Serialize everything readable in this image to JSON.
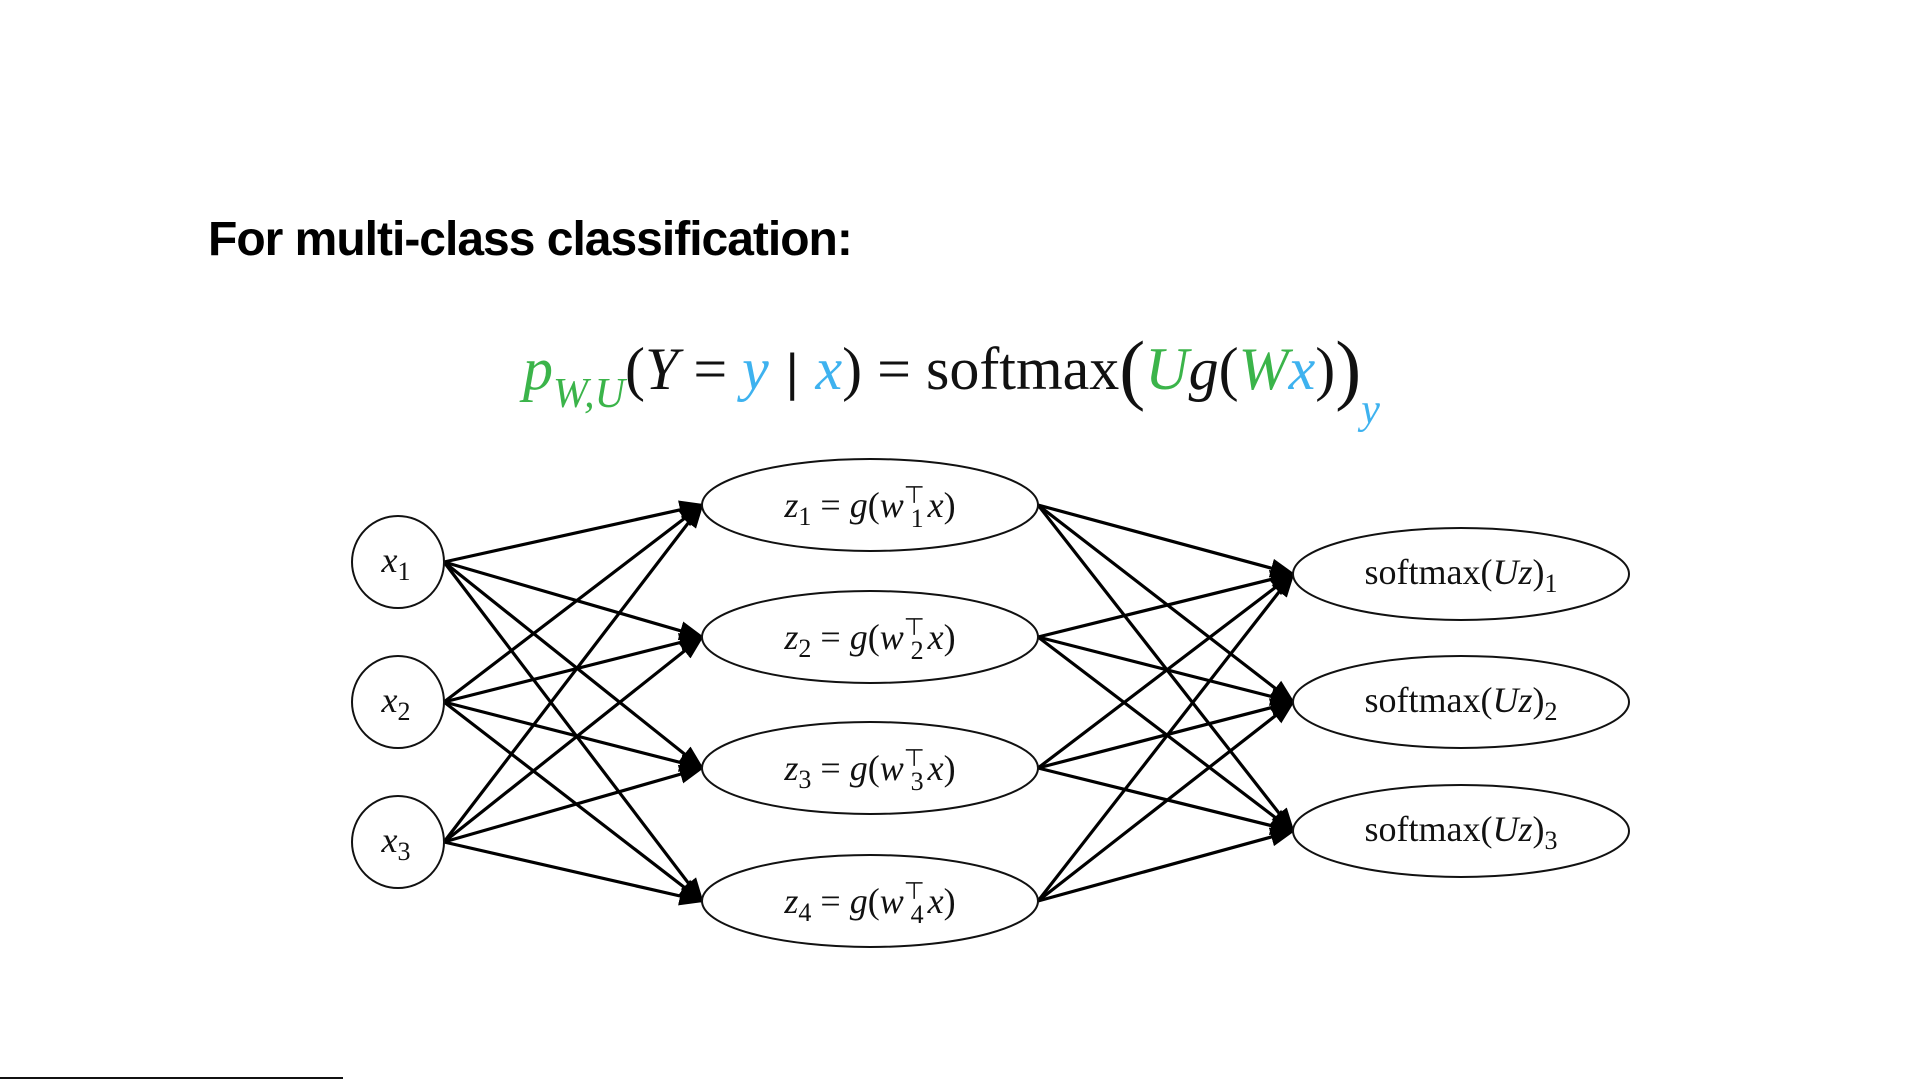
{
  "slide": {
    "title": "For multi-class classification:",
    "formula": {
      "p": "p",
      "p_sub": "W,U",
      "open": "(",
      "Y": "Y",
      "eq1": " = ",
      "y": "y",
      "bar": " | ",
      "x": "x",
      "close": ")",
      "eq2": " = ",
      "softmax": "softmax",
      "big_open": "(",
      "U": "U",
      "g": "g",
      "open2": "(",
      "W": "W",
      "x2": "x",
      "close2": ")",
      "big_close": ")",
      "out_sub": "y"
    },
    "colors": {
      "parameter_green": "#3bb44a",
      "variable_blue": "#3eb2ef",
      "ink": "#111111"
    }
  },
  "network": {
    "input_nodes": [
      {
        "var": "x",
        "sub": "1"
      },
      {
        "var": "x",
        "sub": "2"
      },
      {
        "var": "x",
        "sub": "3"
      }
    ],
    "hidden_nodes": [
      {
        "z": "z",
        "sub": "1",
        "eq": " = ",
        "g": "g(",
        "w": "w",
        "T": "⊤",
        "x": "x",
        "close": ")"
      },
      {
        "z": "z",
        "sub": "2",
        "eq": " = ",
        "g": "g(",
        "w": "w",
        "T": "⊤",
        "x": "x",
        "close": ")"
      },
      {
        "z": "z",
        "sub": "3",
        "eq": " = ",
        "g": "g(",
        "w": "w",
        "T": "⊤",
        "x": "x",
        "close": ")"
      },
      {
        "z": "z",
        "sub": "4",
        "eq": " = ",
        "g": "g(",
        "w": "w",
        "T": "⊤",
        "x": "x",
        "close": ")"
      }
    ],
    "output_nodes": [
      {
        "fn": "softmax(",
        "U": "U",
        "z": "z",
        "close": ")",
        "sub": "1"
      },
      {
        "fn": "softmax(",
        "U": "U",
        "z": "z",
        "close": ")",
        "sub": "2"
      },
      {
        "fn": "softmax(",
        "U": "U",
        "z": "z",
        "close": ")",
        "sub": "3"
      }
    ],
    "connectivity": "fully-connected, input to hidden and hidden to output, directed arrows"
  }
}
